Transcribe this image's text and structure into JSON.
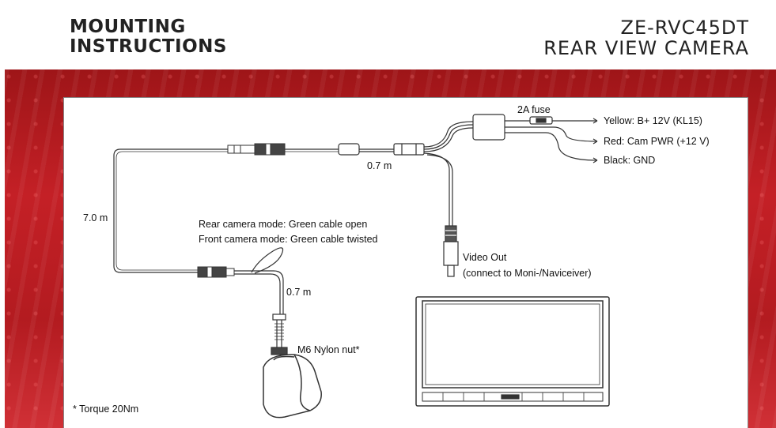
{
  "header": {
    "title_line1": "MOUNTING",
    "title_line2": "INSTRUCTIONS",
    "model": "ZE-RVC45DT",
    "product": "REAR VIEW CAMERA"
  },
  "diagram": {
    "fuse_label": "2A fuse",
    "wire_yellow": "Yellow: B+ 12V (KL15)",
    "wire_red": "Red: Cam PWR (+12 V)",
    "wire_black": "Black: GND",
    "length_top": "0.7 m",
    "length_long": "7.0 m",
    "length_camera": "0.7 m",
    "mode_rear": "Rear camera mode: Green cable open",
    "mode_front": "Front camera mode: Green cable twisted",
    "video_out": "Video Out",
    "video_out_note": "(connect to Moni-/Naviceiver)",
    "nut_label": "M6 Nylon nut*",
    "torque_note": "* Torque 20Nm"
  },
  "colors": {
    "accent_red": "#c42026",
    "ink": "#222222"
  }
}
